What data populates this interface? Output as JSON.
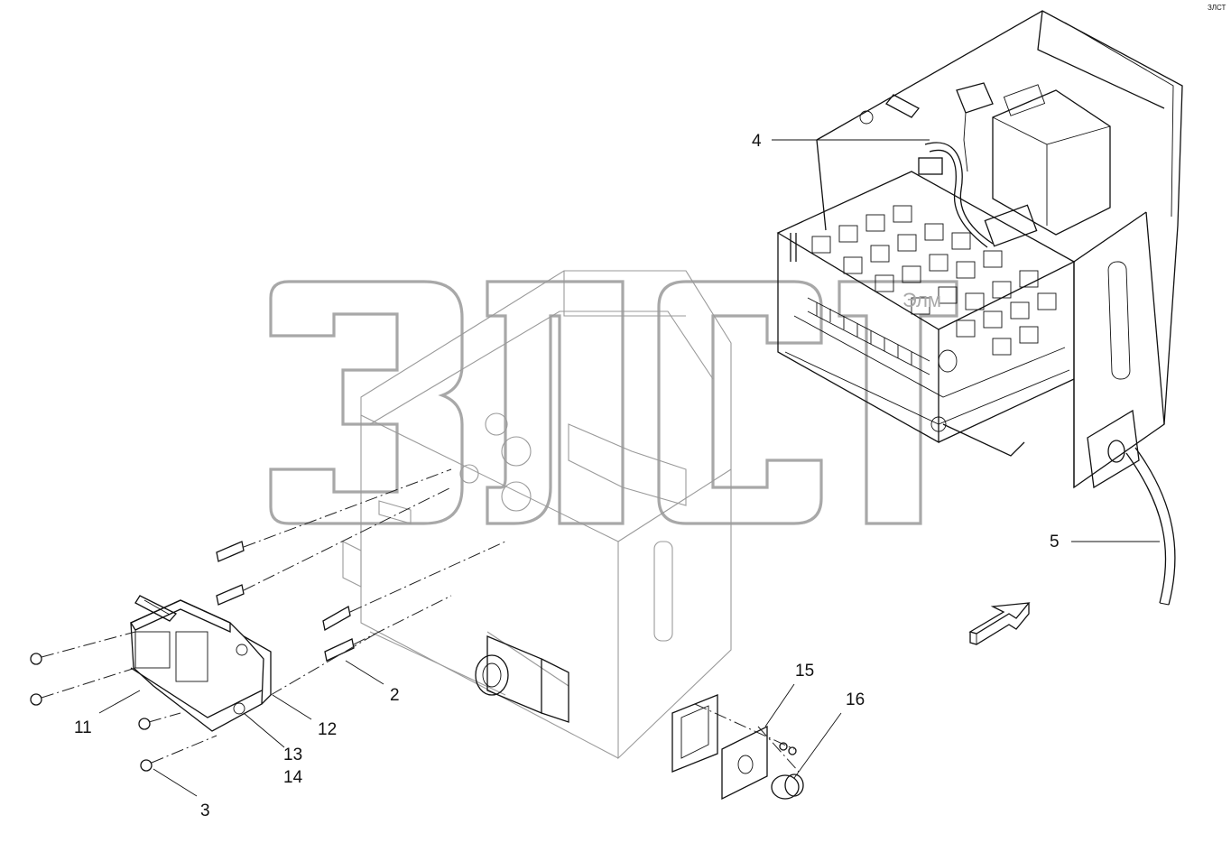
{
  "callouts": {
    "c2": "2",
    "c3": "3",
    "c4": "4",
    "c5": "5",
    "c11": "11",
    "c12": "12",
    "c13": "13",
    "c14": "14",
    "c15": "15",
    "c16": "16"
  },
  "watermark": "Элм",
  "logo": "ЗЛСТ",
  "colors": {
    "line": "#111111",
    "ghost_line": "#9a9a9a",
    "watermark": "#a8a8a8",
    "background": "#ffffff"
  }
}
